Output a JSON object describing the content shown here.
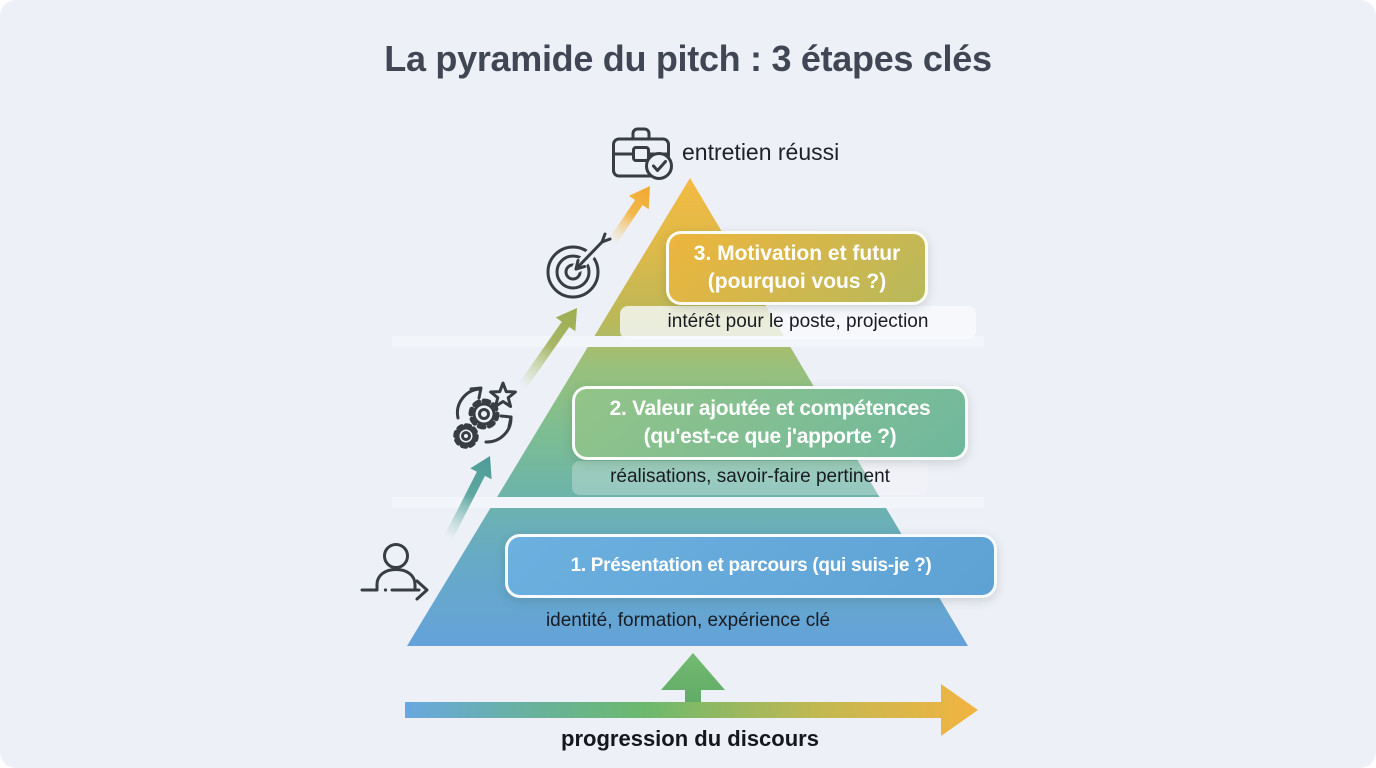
{
  "page": {
    "title": "La pyramide du pitch : 3 étapes clés",
    "background_color": "#edf0f7",
    "title_color": "#404653"
  },
  "outcome": {
    "label": "entretien réussi",
    "icon": "briefcase-check-icon"
  },
  "pyramid": {
    "type": "3-level gradient pyramid",
    "gradient_top_color": "#f4bb42",
    "gradient_middle_color": "#7fbe90",
    "gradient_bottom_color": "#64a2d9",
    "levels": [
      {
        "position": "bottom",
        "box_line1": "1. Présentation et parcours (qui suis-je ?)",
        "box_line2": "",
        "caption": "identité, formation, expérience clé",
        "icon": "person-arrow-icon",
        "box_color_from": "#6cb0e0",
        "box_color_to": "#5ea2d4"
      },
      {
        "position": "middle",
        "box_line1": "2. Valeur ajoutée et compétences",
        "box_line2": "(qu'est-ce que j'apporte ?)",
        "caption": "réalisations, savoir-faire pertinent",
        "icon": "gears-star-icon",
        "box_color_from": "#93c487",
        "box_color_to": "#6fb89e"
      },
      {
        "position": "top",
        "box_line1": "3. Motivation et futur",
        "box_line2": "(pourquoi vous ?)",
        "caption": "intérêt pour le poste, projection",
        "icon": "target-icon",
        "box_color_from": "#eeb53c",
        "box_color_to": "#b7b95c"
      }
    ]
  },
  "progress_axis": {
    "label": "progression du discours",
    "gradient_colors": [
      "#69a8e0",
      "#6cb96d",
      "#f2b441"
    ],
    "up_arrow_color": "#66ad68"
  }
}
